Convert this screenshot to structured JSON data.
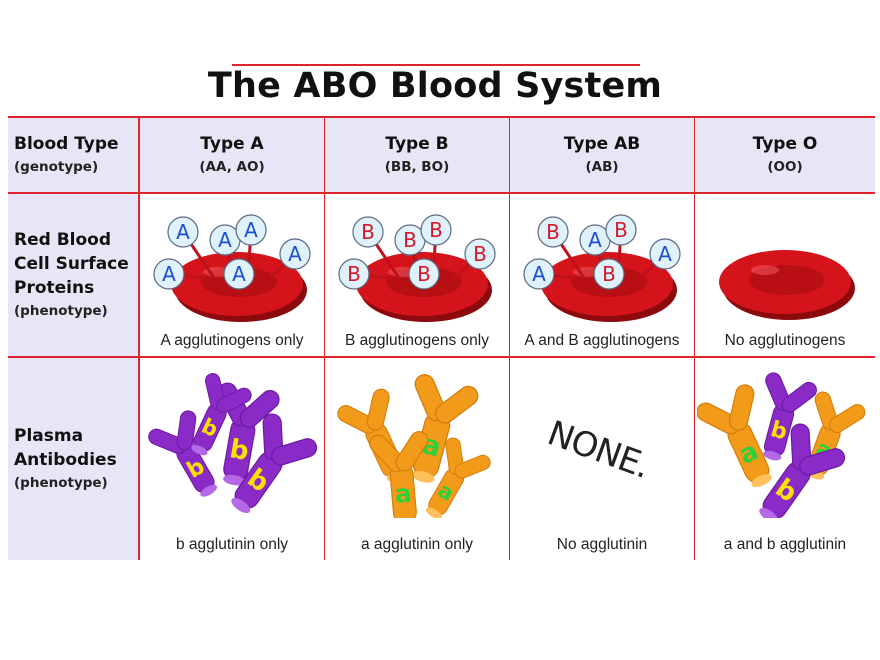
{
  "title": "The ABO Blood System",
  "row_headers": {
    "blood_type": {
      "line1": "Blood Type",
      "sub": "(genotype)"
    },
    "rbc": {
      "line1": "Red Blood",
      "line2": "Cell Surface",
      "line3": "Proteins",
      "sub": "(phenotype)"
    },
    "plasma": {
      "line1": "Plasma",
      "line2": "Antibodies",
      "sub": "(phenotype)"
    }
  },
  "columns": [
    {
      "name": "Type A",
      "genotype": "(AA, AO)",
      "rbc_caption": "A agglutinogens only",
      "plasma_caption": "b agglutinin only"
    },
    {
      "name": "Type B",
      "genotype": "(BB, BO)",
      "rbc_caption": "B agglutinogens only",
      "plasma_caption": "a agglutinin only"
    },
    {
      "name": "Type AB",
      "genotype": "(AB)",
      "rbc_caption": "A and B agglutinogens",
      "plasma_caption": "No agglutinin"
    },
    {
      "name": "Type O",
      "genotype": "(OO)",
      "rbc_caption": "No agglutinogens",
      "plasma_caption": "a and b agglutinin"
    }
  ],
  "none_label": "NONE.",
  "antigen_letters": {
    "a": "A",
    "b": "B"
  },
  "antibody_letters": {
    "a": "a",
    "b": "b"
  },
  "colors": {
    "grid_red": "#e0242c",
    "header_bg": "#e6e6f6",
    "cell_red": "#d4141a",
    "antigen_fill": "#dff1fb",
    "antigen_letter_a": "#1d4fd6",
    "antigen_letter_b": "#d41a2a",
    "antibody_purple": "#8a2bc8",
    "antibody_orange": "#f29a1a",
    "antibody_letter_b": "#ffe100",
    "antibody_letter_a": "#2fcf3a"
  }
}
